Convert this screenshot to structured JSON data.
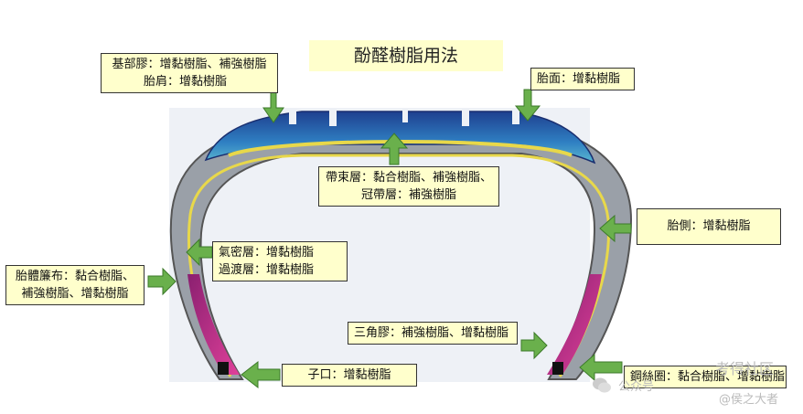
{
  "title": "酚醛樹脂用法",
  "labels": {
    "base": {
      "line1": "基部膠：增黏樹脂、補強樹脂",
      "line2": "胎肩：增黏樹脂"
    },
    "tread": "胎面：增黏樹脂",
    "belt": {
      "line1": "帶束層：黏合樹脂、補強樹脂、",
      "line2": "冠帶層：補強樹脂"
    },
    "sidewall": "胎側：增黏樹脂",
    "inner": {
      "line1": "氣密層：增黏樹脂",
      "line2": "過渡層：增黏樹脂"
    },
    "ply": {
      "line1": "胎體簾布：黏合樹脂、",
      "line2": "補強樹脂、增黏樹脂"
    },
    "apex": "三角膠：補強樹脂、增黏樹脂",
    "bead": "子口：增黏樹脂",
    "wire": "鋼絲圈：黏合樹脂、增黏樹脂"
  },
  "watermark": {
    "left": "公众号",
    "right_top": "考得社区",
    "right_bottom": "@侯之大者"
  },
  "colors": {
    "label_bg": "#ffffcc",
    "arrow": "#6ab04c",
    "tread_blue": "#2a6fb8",
    "ply_yellow": "#e8d84a",
    "bead_magenta": "#b0186a"
  }
}
